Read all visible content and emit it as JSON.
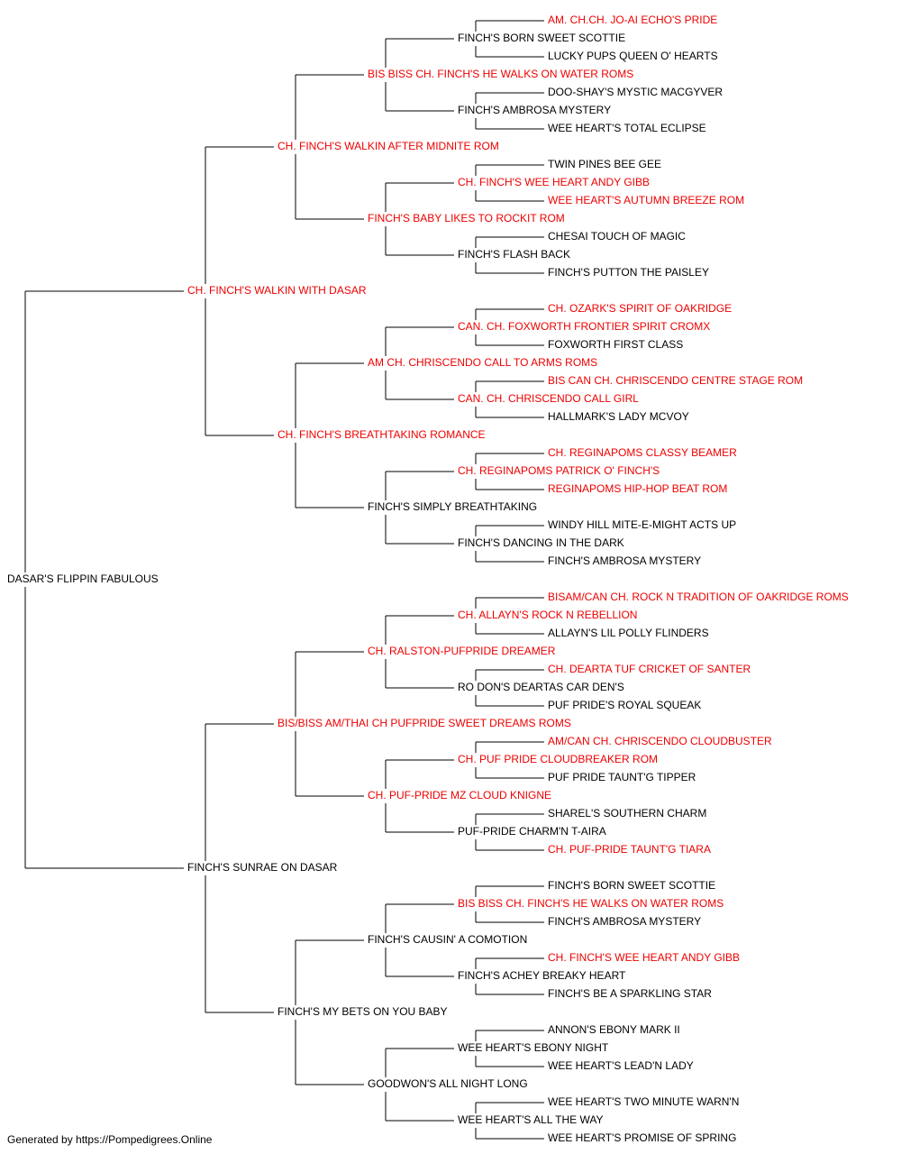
{
  "colors": {
    "champion": "#ee0000",
    "normal": "#000000",
    "line": "#000000"
  },
  "pedigree": {
    "name": "DASAR'S FLIPPIN FABULOUS",
    "champion": false,
    "sire": {
      "name": "CH. FINCH'S WALKIN WITH DASAR",
      "champion": true,
      "sire": {
        "name": "CH. FINCH'S WALKIN AFTER MIDNITE ROM",
        "champion": true,
        "sire": {
          "name": "BIS BISS CH. FINCH'S HE WALKS ON WATER ROMS",
          "champion": true,
          "sire": {
            "name": "FINCH'S BORN SWEET SCOTTIE",
            "champion": false,
            "sire": {
              "name": "AM. CH.CH. JO-AI ECHO'S PRIDE",
              "champion": true
            },
            "dam": {
              "name": "LUCKY PUPS QUEEN O' HEARTS",
              "champion": false
            }
          },
          "dam": {
            "name": "FINCH'S AMBROSA MYSTERY",
            "champion": false,
            "sire": {
              "name": "DOO-SHAY'S MYSTIC MACGYVER",
              "champion": false
            },
            "dam": {
              "name": "WEE HEART'S TOTAL ECLIPSE",
              "champion": false
            }
          }
        },
        "dam": {
          "name": "FINCH'S BABY LIKES TO ROCKIT ROM",
          "champion": true,
          "sire": {
            "name": "CH. FINCH'S WEE HEART ANDY GIBB",
            "champion": true,
            "sire": {
              "name": "TWIN PINES BEE GEE",
              "champion": false
            },
            "dam": {
              "name": "WEE HEART'S AUTUMN BREEZE ROM",
              "champion": true
            }
          },
          "dam": {
            "name": "FINCH'S FLASH BACK",
            "champion": false,
            "sire": {
              "name": "CHESAI TOUCH OF MAGIC",
              "champion": false
            },
            "dam": {
              "name": "FINCH'S PUTTON THE PAISLEY",
              "champion": false
            }
          }
        }
      },
      "dam": {
        "name": "CH. FINCH'S BREATHTAKING ROMANCE",
        "champion": true,
        "sire": {
          "name": "AM CH. CHRISCENDO CALL TO ARMS ROMS",
          "champion": true,
          "sire": {
            "name": "CAN. CH. FOXWORTH FRONTIER SPIRIT CROMX",
            "champion": true,
            "sire": {
              "name": "CH. OZARK'S SPIRIT OF OAKRIDGE",
              "champion": true
            },
            "dam": {
              "name": "FOXWORTH FIRST CLASS",
              "champion": false
            }
          },
          "dam": {
            "name": "CAN. CH. CHRISCENDO CALL GIRL",
            "champion": true,
            "sire": {
              "name": "BIS CAN CH. CHRISCENDO CENTRE STAGE ROM",
              "champion": true
            },
            "dam": {
              "name": "HALLMARK'S LADY MCVOY",
              "champion": false
            }
          }
        },
        "dam": {
          "name": "FINCH'S SIMPLY BREATHTAKING",
          "champion": false,
          "sire": {
            "name": "CH. REGINAPOMS PATRICK O' FINCH'S",
            "champion": true,
            "sire": {
              "name": "CH. REGINAPOMS CLASSY BEAMER",
              "champion": true
            },
            "dam": {
              "name": "REGINAPOMS HIP-HOP BEAT ROM",
              "champion": true
            }
          },
          "dam": {
            "name": "FINCH'S DANCING IN THE DARK",
            "champion": false,
            "sire": {
              "name": "WINDY HILL MITE-E-MIGHT ACTS UP",
              "champion": false
            },
            "dam": {
              "name": "FINCH'S AMBROSA MYSTERY",
              "champion": false
            }
          }
        }
      }
    },
    "dam": {
      "name": "FINCH'S SUNRAE ON DASAR",
      "champion": false,
      "sire": {
        "name": "BIS/BISS AM/THAI CH PUFPRIDE SWEET DREAMS ROMS",
        "champion": true,
        "sire": {
          "name": "CH. RALSTON-PUFPRIDE DREAMER",
          "champion": true,
          "sire": {
            "name": "CH. ALLAYN'S ROCK N REBELLION",
            "champion": true,
            "sire": {
              "name": "BISAM/CAN CH. ROCK N TRADITION OF OAKRIDGE ROMS",
              "champion": true
            },
            "dam": {
              "name": "ALLAYN'S LIL POLLY FLINDERS",
              "champion": false
            }
          },
          "dam": {
            "name": "RO DON'S DEARTAS CAR DEN'S",
            "champion": false,
            "sire": {
              "name": "CH. DEARTA TUF CRICKET OF SANTER",
              "champion": true
            },
            "dam": {
              "name": "PUF PRIDE'S ROYAL SQUEAK",
              "champion": false
            }
          }
        },
        "dam": {
          "name": "CH. PUF-PRIDE MZ CLOUD KNIGNE",
          "champion": true,
          "sire": {
            "name": "CH. PUF PRIDE CLOUDBREAKER ROM",
            "champion": true,
            "sire": {
              "name": "AM/CAN CH. CHRISCENDO CLOUDBUSTER",
              "champion": true
            },
            "dam": {
              "name": "PUF PRIDE TAUNT'G TIPPER",
              "champion": false
            }
          },
          "dam": {
            "name": "PUF-PRIDE CHARM'N T-AIRA",
            "champion": false,
            "sire": {
              "name": "SHAREL'S SOUTHERN CHARM",
              "champion": false
            },
            "dam": {
              "name": "CH. PUF-PRIDE TAUNT'G TIARA",
              "champion": true
            }
          }
        }
      },
      "dam": {
        "name": "FINCH'S MY BETS ON YOU BABY",
        "champion": false,
        "sire": {
          "name": "FINCH'S CAUSIN' A COMOTION",
          "champion": false,
          "sire": {
            "name": "BIS BISS CH. FINCH'S HE WALKS ON WATER ROMS",
            "champion": true,
            "sire": {
              "name": "FINCH'S BORN SWEET SCOTTIE",
              "champion": false
            },
            "dam": {
              "name": "FINCH'S AMBROSA MYSTERY",
              "champion": false
            }
          },
          "dam": {
            "name": "FINCH'S ACHEY BREAKY HEART",
            "champion": false,
            "sire": {
              "name": "CH. FINCH'S WEE HEART ANDY GIBB",
              "champion": true
            },
            "dam": {
              "name": "FINCH'S BE A SPARKLING STAR",
              "champion": false
            }
          }
        },
        "dam": {
          "name": "GOODWON'S ALL NIGHT LONG",
          "champion": false,
          "sire": {
            "name": "WEE HEART'S EBONY NIGHT",
            "champion": false,
            "sire": {
              "name": "ANNON'S EBONY MARK II",
              "champion": false
            },
            "dam": {
              "name": "WEE HEART'S LEAD'N LADY",
              "champion": false
            }
          },
          "dam": {
            "name": "WEE HEART'S ALL THE WAY",
            "champion": false,
            "sire": {
              "name": "WEE HEART'S TWO MINUTE WARN'N",
              "champion": false
            },
            "dam": {
              "name": "WEE HEART'S PROMISE OF SPRING",
              "champion": false
            }
          }
        }
      }
    }
  },
  "footer": {
    "text": "Generated by https://Pompedigrees.Online"
  }
}
